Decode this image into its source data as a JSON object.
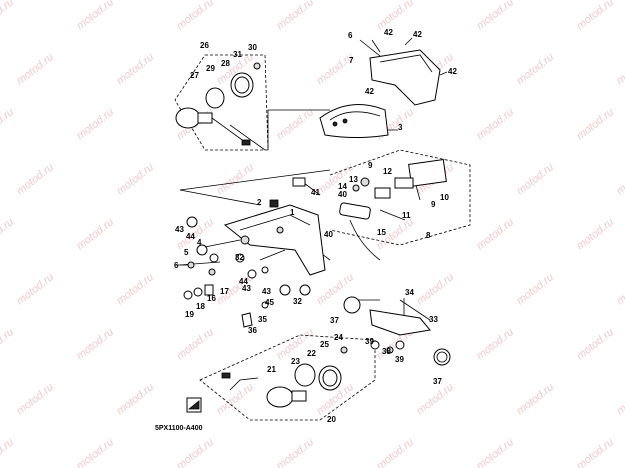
{
  "diagram": {
    "watermark": "motod.ru",
    "code": "5PX1100-A400",
    "callouts": [
      "1",
      "2",
      "3",
      "4",
      "5",
      "6",
      "7",
      "8",
      "9",
      "10",
      "11",
      "12",
      "13",
      "14",
      "15",
      "16",
      "17",
      "18",
      "19",
      "20",
      "21",
      "22",
      "23",
      "24",
      "25",
      "26",
      "27",
      "28",
      "29",
      "30",
      "31",
      "32",
      "33",
      "34",
      "35",
      "36",
      "37",
      "38",
      "39",
      "40",
      "41",
      "42",
      "43",
      "44",
      "45"
    ]
  }
}
